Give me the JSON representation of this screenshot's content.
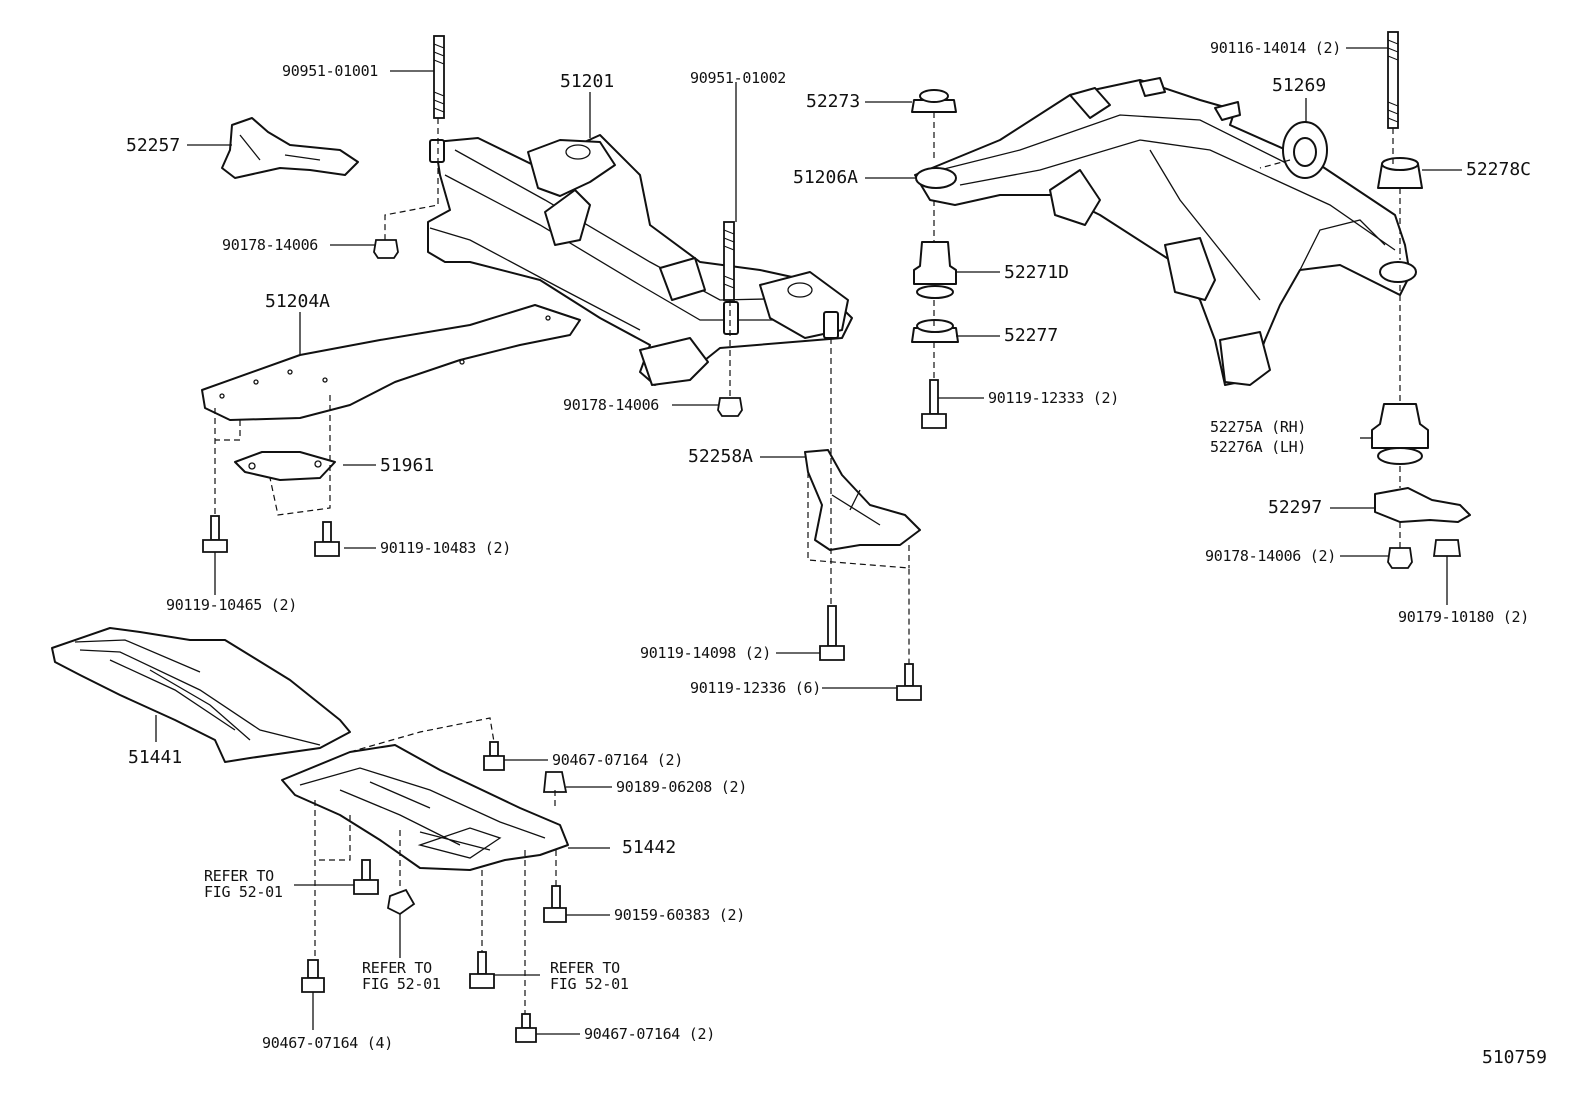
{
  "diagram_number": "510759",
  "front_group": {
    "frame": "51201",
    "stud_left": "90951-01001",
    "stud_right": "90951-01002",
    "brace_left": "52257",
    "nut_left": "90178-14006",
    "nut_center": "90178-14006",
    "cover_plate": "51204A",
    "bracket": "51961",
    "bolt_left": "90119-10465 (2)",
    "bolt_right": "90119-10483 (2)",
    "brace_right": "52258A",
    "bolt_brace_a": "90119-14098 (2)",
    "bolt_brace_b": "90119-12336 (6)"
  },
  "under_cover": {
    "cover_front": "51441",
    "cover_rear": "51442",
    "clip_a": "90467-07164 (2)",
    "clip_b": "90189-06208 (2)",
    "screw": "90159-60383 (2)",
    "clip_c": "90467-07164 (4)",
    "clip_d": "90467-07164 (2)",
    "refer_1": "REFER TO\nFIG 52-01",
    "refer_2": "REFER TO\nFIG 52-01",
    "refer_3": "REFER TO\nFIG 52-01"
  },
  "rear_group": {
    "cushion_top": "52273",
    "member": "51206A",
    "cushion_mid": "52271D",
    "cushion_low": "52277",
    "bolt_low": "90119-12333 (2)",
    "bushing": "51269",
    "stud": "90116-14014 (2)",
    "cushion_right": "52278C",
    "cushion_rh": "52275A (RH)",
    "cushion_lh": "52276A (LH)",
    "stopper": "52297",
    "nut_right": "90178-14006 (2)",
    "nut_far": "90179-10180 (2)"
  }
}
